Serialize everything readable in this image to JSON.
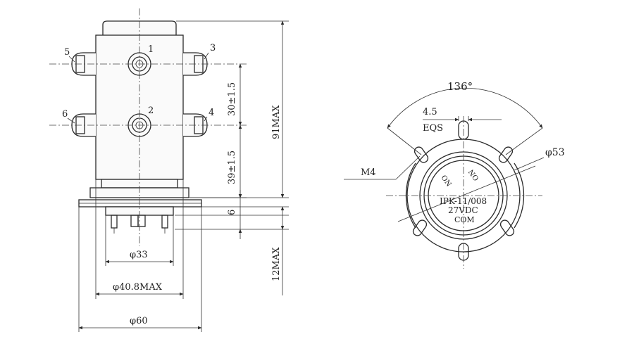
{
  "side_view": {
    "terminals": {
      "t1": "1",
      "t2": "2",
      "t3": "3",
      "t4": "4",
      "t5": "5",
      "t6": "6"
    },
    "dims": {
      "d_30": "30±1.5",
      "d_39": "39±1.5",
      "d_6": "6",
      "d_91max": "91MAX",
      "d_12max": "12MAX",
      "d_33": "φ33",
      "d_408": "φ40.8MAX",
      "d_60": "φ60"
    }
  },
  "top_view": {
    "angle": "136°",
    "d_45": "4.5",
    "eqs": "EQS",
    "d_53": "φ53",
    "m4": "M4",
    "label_on_left": "ON",
    "label_on_right": "ON",
    "model": "IPK-11/008",
    "voltage": "27VDC",
    "com": "COM"
  },
  "colors": {
    "line": "#2a2a2a",
    "background": "#ffffff"
  }
}
